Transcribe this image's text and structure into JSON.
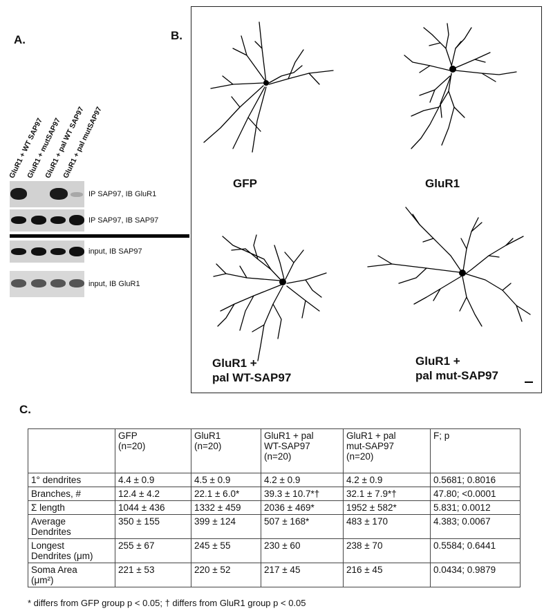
{
  "panel_a": {
    "label": "A.",
    "lanes": [
      "GluR1 + WT SAP97",
      "GluR1 + mutSAP97",
      "GluR1 + pal WT SAP97",
      "GluR1 + pal mutSAP97"
    ],
    "blot_labels": [
      "IP SAP97, IB GluR1",
      "IP SAP97, IB SAP97",
      "input, IB SAP97",
      "input, IB GluR1"
    ]
  },
  "panel_b": {
    "label": "B.",
    "conditions": [
      "GFP",
      "GluR1",
      "GluR1 +\npal WT-SAP97",
      "GluR1 +\npal mut-SAP97"
    ]
  },
  "panel_c": {
    "label": "C.",
    "header": [
      "",
      "GFP\n(n=20)",
      "GluR1\n(n=20)",
      "GluR1 + pal\nWT-SAP97\n(n=20)",
      "GluR1 + pal\nmut-SAP97\n(n=20)",
      "F; p"
    ],
    "rows": [
      [
        "1° dendrites",
        "4.4 ± 0.9",
        "4.5 ± 0.9",
        "4.2 ± 0.9",
        "4.2 ± 0.9",
        "0.5681; 0.8016"
      ],
      [
        "Branches, #",
        "12.4 ± 4.2",
        "22.1 ± 6.0*",
        "39.3 ± 10.7*†",
        "32.1 ± 7.9*†",
        "47.80; <0.0001"
      ],
      [
        "Σ length",
        "1044 ± 436",
        "1332 ± 459",
        "2036 ± 469*",
        "1952 ± 582*",
        "5.831; 0.0012"
      ],
      [
        "Average\nDendrites",
        "350 ± 155",
        "399 ± 124",
        "507 ± 168*",
        "483 ± 170",
        "4.383; 0.0067"
      ],
      [
        "Longest\nDendrites (μm)",
        "255 ± 67",
        "245 ± 55",
        "230 ± 60",
        "238 ± 70",
        "0.5584; 0.6441"
      ],
      [
        "Soma Area\n(μm²)",
        "221 ± 53",
        "220 ± 52",
        "217 ± 45",
        "216 ± 45",
        "0.0434; 0.9879"
      ]
    ],
    "footnote": "* differs from GFP group p < 0.05; † differs from GluR1 group p < 0.05"
  }
}
